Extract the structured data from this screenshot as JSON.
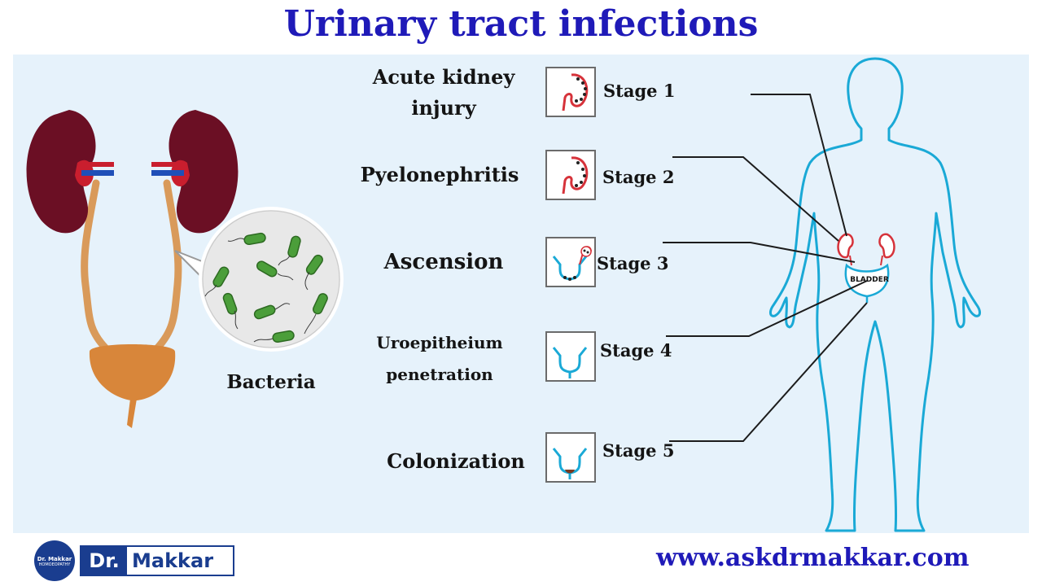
{
  "title": "Urinary tract infections",
  "colors": {
    "title": "#1f1ab8",
    "panel": "#e6f2fb",
    "body_outline": "#1aa9d6",
    "kidney": "#6b0f24",
    "kidney_red": "#c91e2e",
    "ureter": "#d99a5a",
    "bladder": "#d8863a",
    "bacteria": "#4b9e3a",
    "site": "#1f1ab8",
    "logo_blue": "#1a3d8f"
  },
  "left": {
    "bacteria_label": "Bacteria"
  },
  "stages": [
    {
      "condition": "Acute kidney injury",
      "condition_lines": [
        "Acute kidney",
        "injury"
      ],
      "stage": "Stage 1",
      "icon": "kidney-icon"
    },
    {
      "condition": "Pyelonephritis",
      "condition_lines": [
        "Pyelonephritis"
      ],
      "stage": "Stage 2",
      "icon": "kidney-icon"
    },
    {
      "condition": "Ascension",
      "condition_lines": [
        "Ascension"
      ],
      "stage": "Stage 3",
      "icon": "bladder-kidney-icon"
    },
    {
      "condition": "Uroepitheium penetration",
      "condition_lines": [
        "Uroepitheium",
        "penetration"
      ],
      "stage": "Stage 4",
      "icon": "bladder-icon"
    },
    {
      "condition": "Colonization",
      "condition_lines": [
        "Colonization"
      ],
      "stage": "Stage 5",
      "icon": "bladder-colonized-icon"
    }
  ],
  "body": {
    "bladder_label": "BLADDER"
  },
  "footer": {
    "logo_badge_line1": "Dr. Makkar",
    "logo_badge_line2": "HOMOEOPATHY",
    "logo_dr": "Dr.",
    "logo_name": "Makkar",
    "website": "www.askdrmakkar.com"
  }
}
